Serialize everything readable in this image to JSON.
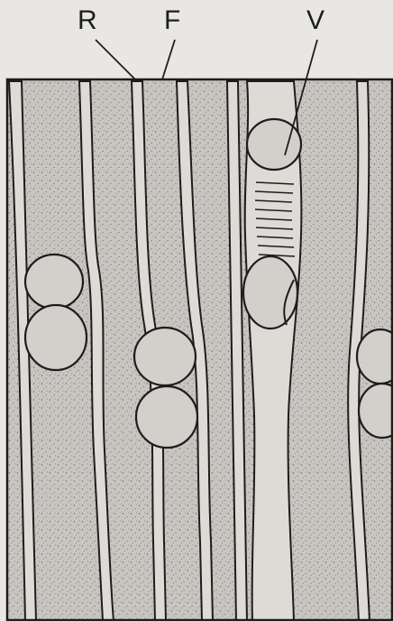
{
  "labels": {
    "ray": "R",
    "fiber": "F",
    "vessel": "V"
  },
  "colors": {
    "paper": "#e9e7e4",
    "ink": "#1d1d1d",
    "tissue": "#c8c5c1",
    "band": "#dedbd7",
    "lumen": "#d3d0cc"
  }
}
